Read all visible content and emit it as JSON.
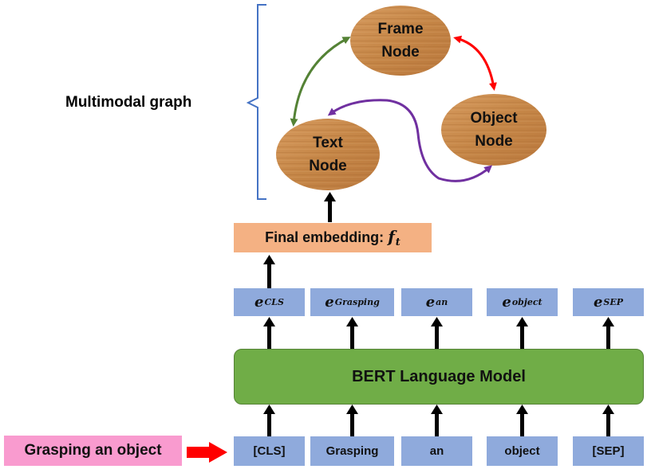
{
  "graph": {
    "label": "Multimodal graph",
    "nodes": {
      "frame": {
        "line1": "Frame",
        "line2": "Node"
      },
      "object": {
        "line1": "Object",
        "line2": "Node"
      },
      "text": {
        "line1": "Text",
        "line2": "Node"
      }
    }
  },
  "final_embedding": {
    "label": "Final embedding: ",
    "symbol": "f",
    "subscript": "t"
  },
  "embeddings": [
    {
      "symbol": "e",
      "subscript": "CLS"
    },
    {
      "symbol": "e",
      "subscript": "Grasping"
    },
    {
      "symbol": "e",
      "subscript": "an"
    },
    {
      "symbol": "e",
      "subscript": "object"
    },
    {
      "symbol": "e",
      "subscript": "SEP"
    }
  ],
  "model": {
    "label": "BERT Language Model"
  },
  "input": {
    "label": "Grasping an object"
  },
  "tokens": [
    "[CLS]",
    "Grasping",
    "an",
    "object",
    "[SEP]"
  ],
  "colors": {
    "token_box": "#8faadc",
    "model_box": "#70ad47",
    "final_box": "#f4b183",
    "input_box": "#f99bcf",
    "input_arrow": "#ff0000",
    "brace": "#4472c4",
    "edge_frame_object": "#ff0000",
    "edge_text_frame": "#548235",
    "edge_text_object": "#7030a0"
  }
}
